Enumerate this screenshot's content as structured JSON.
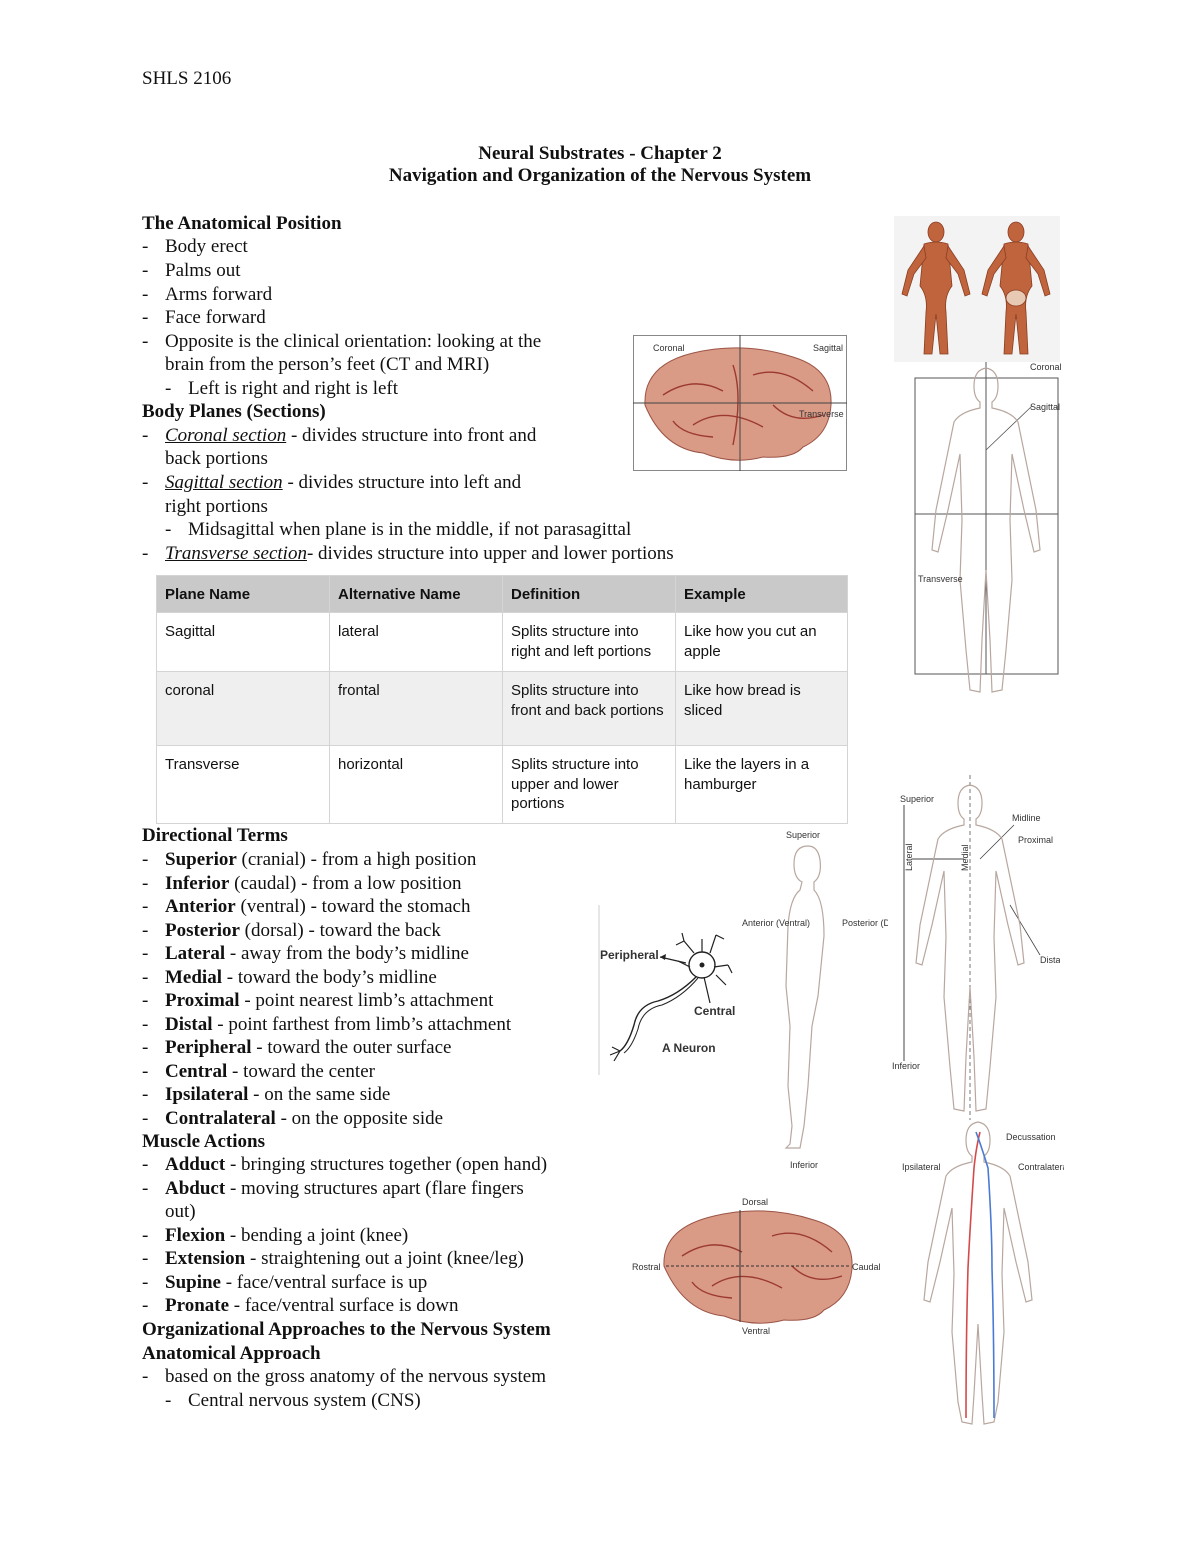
{
  "header": "SHLS 2106",
  "title_line1": "Neural Substrates - Chapter 2",
  "title_line2": "Navigation and Organization of the Nervous System",
  "anatomical_position": {
    "heading": "The Anatomical Position",
    "items": [
      "Body erect",
      "Palms out",
      "Arms forward",
      "Face forward"
    ],
    "opposite_1": "Opposite is the clinical orientation: looking at the",
    "opposite_2": "brain from the person’s feet (CT and MRI)",
    "opposite_sub": "Left is right and right is left"
  },
  "body_planes": {
    "heading": "Body Planes (Sections)",
    "coronal_term": "Coronal section",
    "coronal_1": " - divides structure into front and",
    "coronal_2": "back portions",
    "sagittal_term": "Sagittal section",
    "sagittal_1": " - divides structure into left and",
    "sagittal_2": "right portions",
    "sagittal_sub": "Midsagittal when plane is in the middle, if not parasagittal",
    "transverse_term": "Transverse section",
    "transverse_1": "- divides structure into upper and lower portions"
  },
  "table": {
    "headers": [
      "Plane Name",
      "Alternative Name",
      "Definition",
      "Example"
    ],
    "rows": [
      [
        "Sagittal",
        "lateral",
        "Splits structure into right and left portions",
        "Like how you cut an apple"
      ],
      [
        "coronal",
        "frontal",
        "Splits structure into front and back portions",
        "Like how bread is sliced"
      ],
      [
        "Transverse",
        "horizontal",
        "Splits structure into upper and lower portions",
        "Like the layers in a hamburger"
      ]
    ]
  },
  "directional": {
    "heading": "Directional Terms",
    "items": [
      {
        "term": "Superior",
        "rest": " (cranial) - from a high position"
      },
      {
        "term": "Inferior",
        "rest": " (caudal) - from a low position"
      },
      {
        "term": "Anterior",
        "rest": " (ventral) - toward the stomach"
      },
      {
        "term": "Posterior",
        "rest": " (dorsal) - toward the back"
      },
      {
        "term": "Lateral",
        "rest": " - away from the body’s midline"
      },
      {
        "term": "Medial",
        "rest": " - toward the body’s midline"
      },
      {
        "term": "Proximal",
        "rest": " - point nearest limb’s attachment"
      },
      {
        "term": "Distal",
        "rest": " - point farthest from limb’s attachment"
      },
      {
        "term": "Peripheral",
        "rest": " - toward the outer surface"
      },
      {
        "term": "Central",
        "rest": " - toward the center"
      },
      {
        "term": "Ipsilateral",
        "rest": " - on the same side"
      },
      {
        "term": "Contralateral",
        "rest": " - on the opposite side"
      }
    ]
  },
  "muscle": {
    "heading": "Muscle Actions",
    "items": [
      {
        "term": "Adduct",
        "rest": " - bringing structures together (open hand)"
      },
      {
        "term": "Abduct",
        "rest": " - moving structures apart (flare fingers"
      },
      {
        "term": "",
        "rest": "out)"
      },
      {
        "term": "Flexion",
        "rest": " - bending a joint (knee)"
      },
      {
        "term": "Extension",
        "rest": " - straightening out a joint (knee/leg)"
      },
      {
        "term": "Supine",
        "rest": " - face/ventral surface is up"
      },
      {
        "term": "Pronate",
        "rest": " - face/ventral surface is down"
      }
    ]
  },
  "organizational": {
    "heading": "Organizational Approaches to the Nervous System",
    "subheading": "Anatomical Approach",
    "item": "based on the gross anatomy of the nervous system",
    "subitem": "Central nervous system (CNS)"
  },
  "figures": {
    "brain_planes": {
      "coronal": "Coronal",
      "sagittal": "Sagittal",
      "transverse": "Transverse"
    },
    "body_planes": {
      "coronal": "Coronal",
      "sagittal": "Sagittal",
      "transverse": "Transverse"
    },
    "neuron": {
      "peripheral": "Peripheral",
      "central": "Central",
      "caption": "A Neuron"
    },
    "side_body": {
      "superior": "Superior",
      "anterior": "Anterior (Ventral)",
      "posterior": "Posterior (Dorsal)",
      "inferior": "Inferior"
    },
    "front_body": {
      "superior": "Superior",
      "midline": "Midline",
      "proximal": "Proximal",
      "lateral": "Lateral",
      "medial": "Medial",
      "distal": "Distal",
      "inferior": "Inferior"
    },
    "brain_dir": {
      "dorsal": "Dorsal",
      "rostral": "Rostral",
      "caudal": "Caudal",
      "ventral": "Ventral"
    },
    "nerve_body": {
      "decussation": "Decussation",
      "ipsilateral": "Ipsilateral",
      "contralateral": "Contralateral"
    }
  },
  "colors": {
    "table_header": "#c9c9c9",
    "table_alt_row": "#efefef",
    "muscle": "#c0643e",
    "brain": "#d99a86"
  }
}
